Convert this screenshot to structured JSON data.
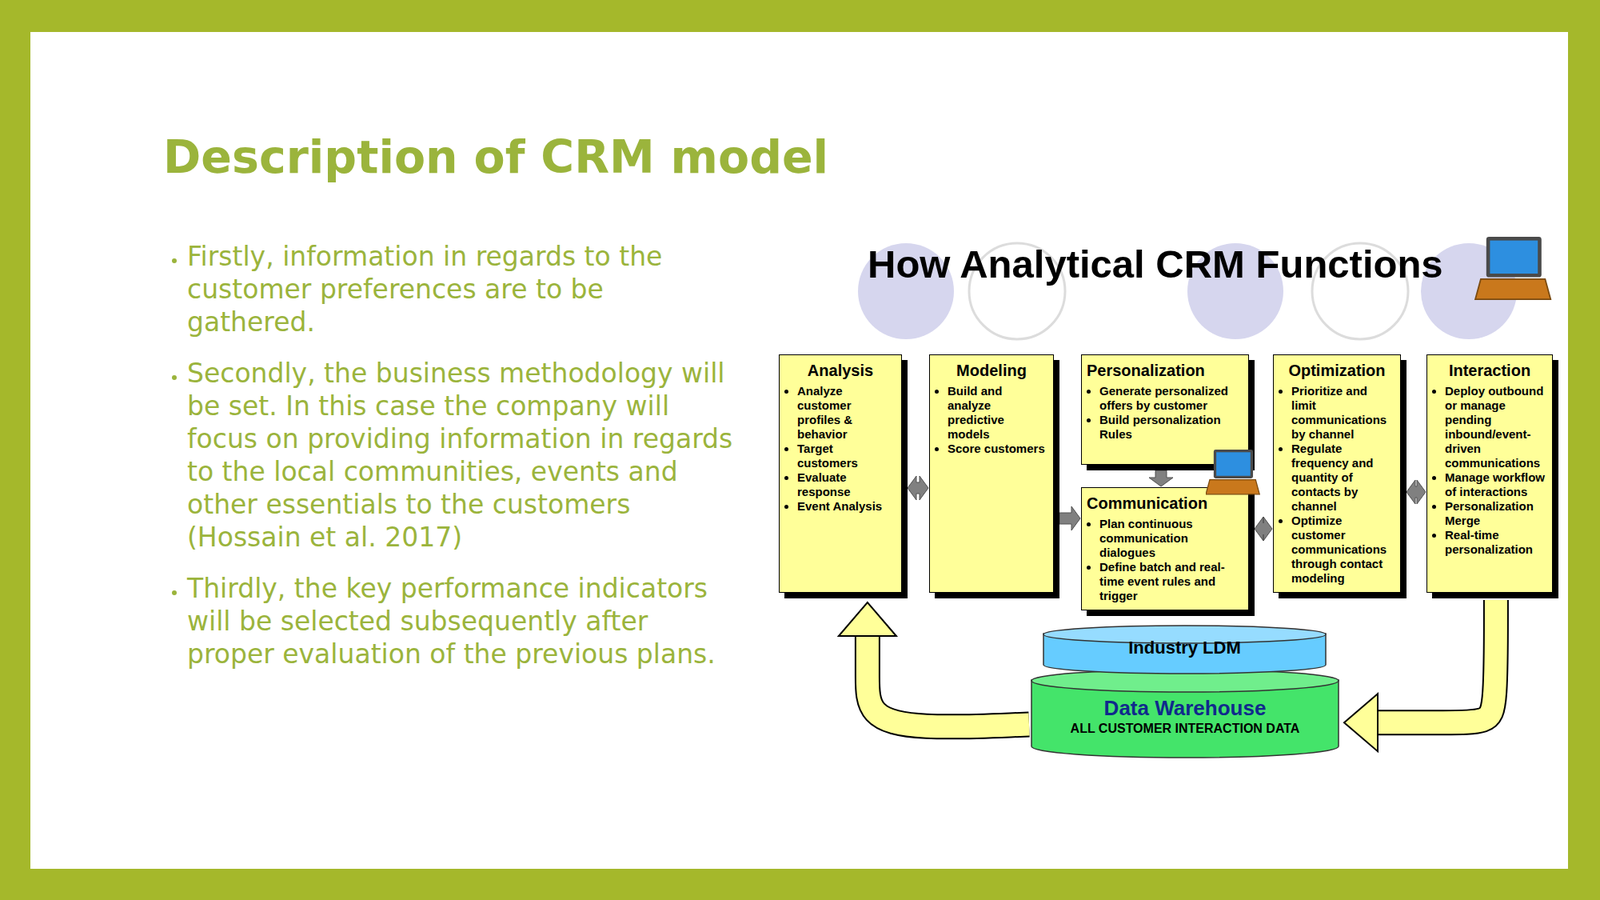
{
  "diagram": {
    "title": "Description of CRM model",
    "nodes": [
      {
        "text": [
          "Analysis",
          "Analyze customer profiles & behavior",
          "Target customers",
          "Evaluate response",
          "Event Analysis"
        ]
      },
      {
        "text": [
          "Modeling",
          "Build and analyze predictive models",
          "Score customers"
        ]
      },
      {
        "text": [
          "Personalization",
          "Generate personalized offers by customer",
          "Build personalization Rules"
        ]
      },
      {
        "text": [
          "Communication",
          "Plan continuous communication dialogues",
          "Define batch and real-time event rules and trigger"
        ]
      },
      {
        "text": [
          "Optimization",
          "Prioritize and limit communications by channel",
          "Regulate frequency and quantity of contacts by channel",
          "Optimize customer communications through contact modeling"
        ]
      },
      {
        "text": [
          "Interaction",
          "Deploy outbound or manage pending inbound/event-driven communications",
          "Manage workflow of interactions",
          "Personalization Merge",
          "Real-time personalization"
        ]
      },
      {
        "text": [
          "Industry LDM"
        ]
      },
      {
        "text": [
          "Data Warehouse",
          "ALL CUSTOMER INTERACTION DATA"
        ]
      }
    ],
    "edges": [
      {
        "from": 0,
        "to": 1,
        "arrow": "both"
      },
      {
        "from": 1,
        "to": 3,
        "arrow": "to"
      },
      {
        "from": 2,
        "to": 3,
        "arrow": "to"
      },
      {
        "from": 3,
        "to": 4,
        "arrow": "both"
      },
      {
        "from": 4,
        "to": 5,
        "arrow": "both"
      },
      {
        "from": 5,
        "to": 7,
        "arrow": "to"
      },
      {
        "from": 7,
        "to": 0,
        "arrow": "to"
      }
    ],
    "labels": [
      "How Analytical CRM Functions",
      "Firstly, information in regards to the customer preferences are to be gathered.",
      "Secondly, the business methodology will be set. In this case the company will focus on providing information in regards to the local communities, events and other essentials to the customers (Hossain et al. 2017)",
      "Thirdly, the key performance indicators will be selected subsequently after proper evaluation of the previous plans."
    ]
  }
}
